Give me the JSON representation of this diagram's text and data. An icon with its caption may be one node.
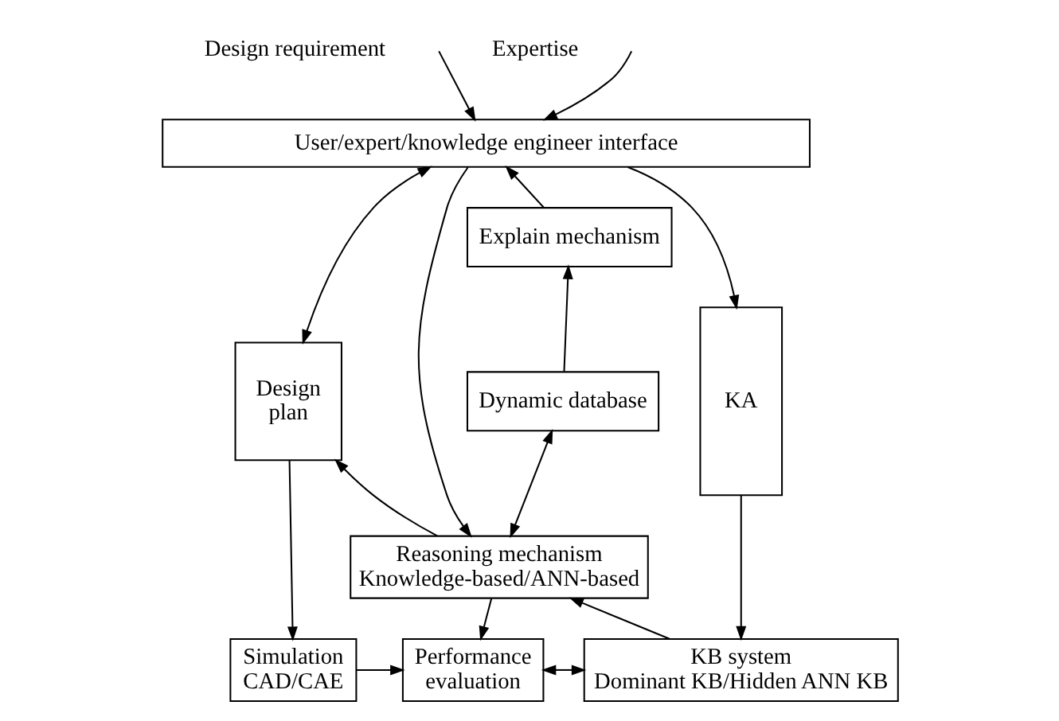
{
  "diagram": {
    "nodes": [
      {
        "text": [
          "User/expert/knowledge engineer interface"
        ]
      },
      {
        "text": [
          "Explain mechanism"
        ]
      },
      {
        "text": [
          "Dynamic database"
        ]
      },
      {
        "text": [
          "KA"
        ]
      },
      {
        "text": [
          "Design plan"
        ]
      },
      {
        "text": [
          "Reasoning mechanism",
          "Knowledge-based/ANN-based"
        ]
      },
      {
        "text": [
          "Simulation CAD/CAE"
        ]
      },
      {
        "text": [
          "Performance evaluation"
        ]
      },
      {
        "text": [
          "KB system",
          "Dominant KB/Hidden ANN KB"
        ]
      }
    ],
    "edges": [
      {
        "from": null,
        "to": 0,
        "arrow": "to"
      },
      {
        "from": null,
        "to": 0,
        "arrow": "to"
      },
      {
        "from": 0,
        "to": 4,
        "arrow": "both"
      },
      {
        "from": 0,
        "to": 5,
        "arrow": "to"
      },
      {
        "from": 1,
        "to": 0,
        "arrow": "to"
      },
      {
        "from": 2,
        "to": 1,
        "arrow": "to"
      },
      {
        "from": 2,
        "to": 5,
        "arrow": "both"
      },
      {
        "from": 0,
        "to": 3,
        "arrow": "to"
      },
      {
        "from": 5,
        "to": 4,
        "arrow": "to"
      },
      {
        "from": 4,
        "to": 6,
        "arrow": "to"
      },
      {
        "from": 5,
        "to": 7,
        "arrow": "to"
      },
      {
        "from": 6,
        "to": 7,
        "arrow": "to"
      },
      {
        "from": 7,
        "to": 8,
        "arrow": "both"
      },
      {
        "from": 8,
        "to": 5,
        "arrow": "to"
      },
      {
        "from": 3,
        "to": 8,
        "arrow": "to"
      }
    ],
    "labels": [
      "Design requirement",
      "Expertise"
    ]
  }
}
